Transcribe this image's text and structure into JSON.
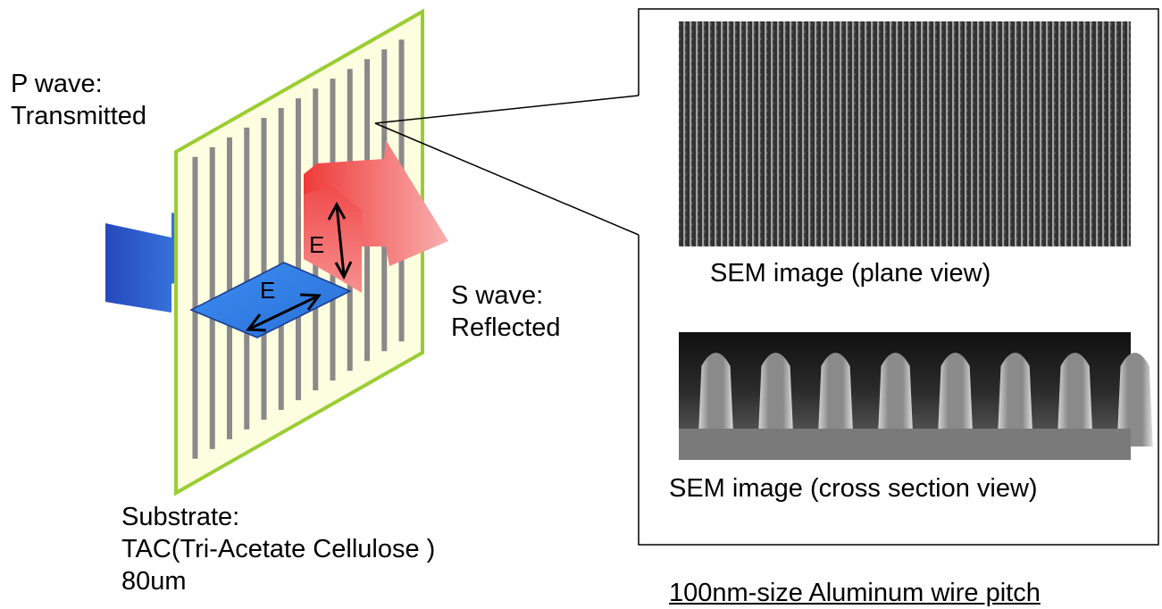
{
  "labels": {
    "p_wave": [
      "P wave:",
      "Transmitted"
    ],
    "s_wave": [
      "S wave:",
      "Reflected"
    ],
    "substrate": [
      "Substrate:",
      "TAC(Tri-Acetate Cellulose )",
      "80um"
    ],
    "e_field_reflected": "E",
    "e_field_incident": "E",
    "sem_plane": "SEM image (plane view)",
    "sem_cross": "SEM image (cross section view)",
    "pitch_caption": "100nm-size Aluminum wire pitch"
  },
  "colors": {
    "frame_border": "#9acd32",
    "panel_fill": "#fdfde0",
    "wire": "#8a8a8a",
    "incident_arrow": "#1f5fd6",
    "reflected_arrow": "#f04848",
    "sem_background": "#4a4a4a"
  },
  "icons": {
    "incident": "blue-arrow-icon",
    "reflected": "red-arrow-icon"
  }
}
